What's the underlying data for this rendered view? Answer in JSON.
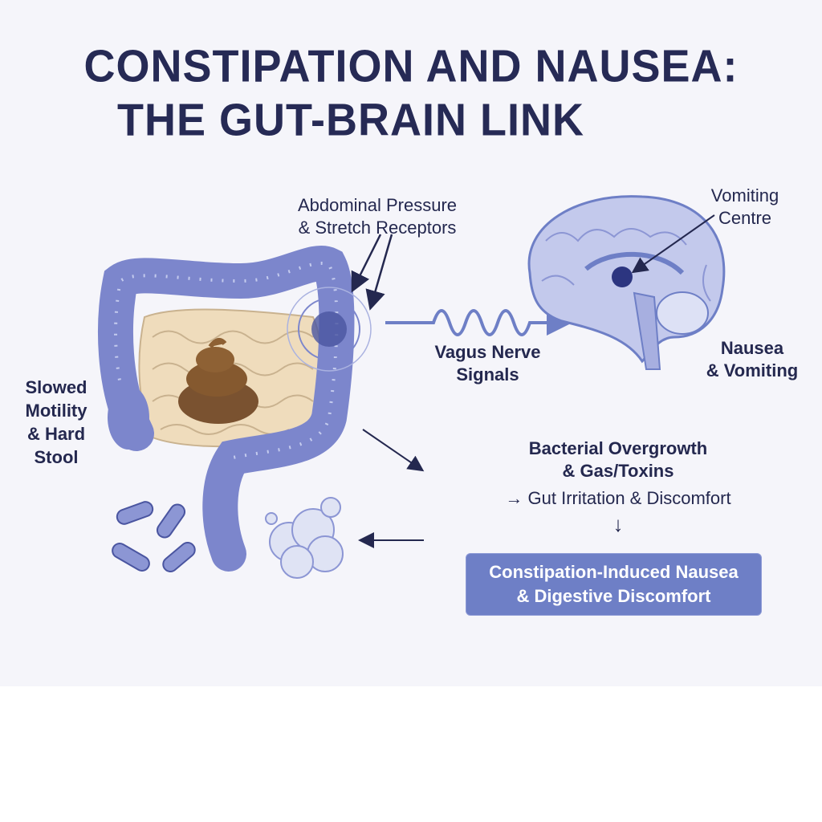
{
  "title": {
    "line1": "CONSTIPATION AND NAUSEA:",
    "line2": "THE GUT-BRAIN LINK"
  },
  "labels": {
    "pressure": {
      "line1": "Abdominal Pressure",
      "line2": "& Stretch Receptors"
    },
    "vomiting_centre": {
      "line1": "Vomiting",
      "line2": "Centre"
    },
    "vagus": {
      "line1": "Vagus Nerve",
      "line2": "Signals"
    },
    "nausea": {
      "line1": "Nausea",
      "line2": "& Vomiting"
    },
    "motility": {
      "line1": "Slowed",
      "line2": "Motility",
      "line3": "& Hard",
      "line4": "Stool"
    },
    "bacterial": {
      "line1": "Bacterial Overgrowth",
      "line2": "& Gas/Toxins",
      "line3": "→ Gut Irritation & Discomfort"
    },
    "down_arrow": "↓",
    "outcome": {
      "line1": "Constipation-Induced Nausea",
      "line2": "& Digestive Discomfort"
    }
  },
  "colors": {
    "primary": "#7c86cc",
    "dark": "#24284f",
    "intestine": "#efdcbc",
    "stool": "#7a5230",
    "box": "#6e7fc6"
  }
}
